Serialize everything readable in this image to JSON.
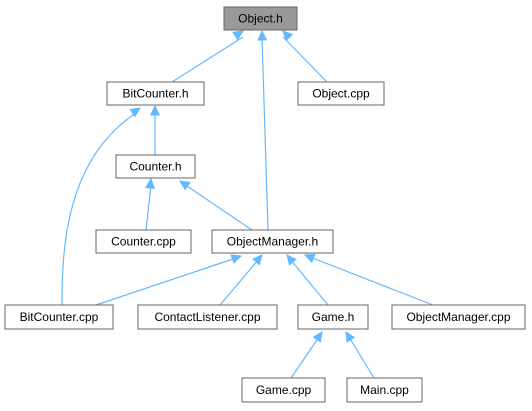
{
  "graph": {
    "colors": {
      "edge": "#63b8ff",
      "node_border": "#666666",
      "node_fill": "#ffffff",
      "root_fill": "#999999"
    },
    "nodes": {
      "object_h": {
        "label": "Object.h",
        "root": true
      },
      "bitcounter_h": {
        "label": "BitCounter.h"
      },
      "object_cpp": {
        "label": "Object.cpp"
      },
      "counter_h": {
        "label": "Counter.h"
      },
      "counter_cpp": {
        "label": "Counter.cpp"
      },
      "objectmanager_h": {
        "label": "ObjectManager.h"
      },
      "bitcounter_cpp": {
        "label": "BitCounter.cpp"
      },
      "contactlistener_cpp": {
        "label": "ContactListener.cpp"
      },
      "game_h": {
        "label": "Game.h"
      },
      "objectmanager_cpp": {
        "label": "ObjectManager.cpp"
      },
      "game_cpp": {
        "label": "Game.cpp"
      },
      "main_cpp": {
        "label": "Main.cpp"
      }
    },
    "edges": [
      {
        "from": "bitcounter_h",
        "to": "object_h"
      },
      {
        "from": "objectmanager_h",
        "to": "object_h"
      },
      {
        "from": "object_cpp",
        "to": "object_h"
      },
      {
        "from": "counter_h",
        "to": "bitcounter_h"
      },
      {
        "from": "bitcounter_cpp",
        "to": "bitcounter_h"
      },
      {
        "from": "counter_cpp",
        "to": "counter_h"
      },
      {
        "from": "objectmanager_h",
        "to": "counter_h"
      },
      {
        "from": "bitcounter_cpp",
        "to": "objectmanager_h"
      },
      {
        "from": "contactlistener_cpp",
        "to": "objectmanager_h"
      },
      {
        "from": "game_h",
        "to": "objectmanager_h"
      },
      {
        "from": "objectmanager_cpp",
        "to": "objectmanager_h"
      },
      {
        "from": "game_cpp",
        "to": "game_h"
      },
      {
        "from": "main_cpp",
        "to": "game_h"
      }
    ]
  }
}
